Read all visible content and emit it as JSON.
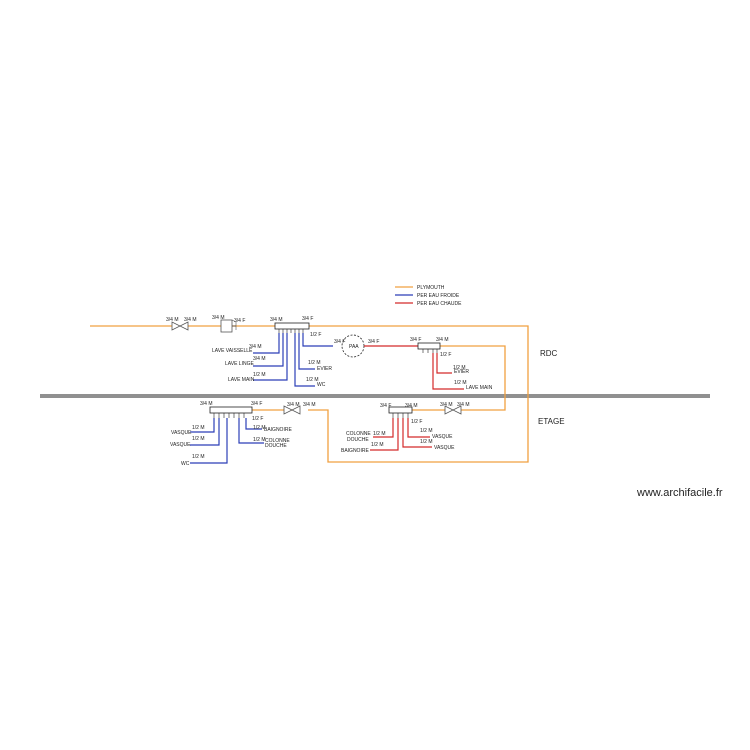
{
  "colors": {
    "plymouth": "#f0a040",
    "per_froide": "#2c3fb8",
    "per_chaude": "#d42a2a",
    "floor_line": "#909090",
    "ink": "#222222"
  },
  "legend": {
    "plymouth": "PLYMOUTH",
    "per_froide": "PER EAU FROIDE",
    "per_chaude": "PER EAU CHAUDE"
  },
  "levels": {
    "rdc": "RDC",
    "etage": "ETAGE"
  },
  "watermark": "www.archifacile.fr",
  "rdc": {
    "valve_in": {
      "left": "3/4 M",
      "right": "3/4 M"
    },
    "reducer": {
      "left": "3/4 M",
      "right": "3/4 F"
    },
    "manifold_cold": {
      "left": "3/4 M",
      "right": "3/4 F",
      "out": "1/2 F"
    },
    "outlets_cold": [
      {
        "name": "LAVE VAISSELLE",
        "size": "3/4 M"
      },
      {
        "name": "LAVE LINGE",
        "size": "3/4 M"
      },
      {
        "name": "LAVE MAIN",
        "size": "1/2 M"
      },
      {
        "name": "EVIER",
        "size": "1/2 M"
      },
      {
        "name": "WC",
        "size": "1/2 M"
      }
    ],
    "heater": {
      "label": "PAA",
      "left": "3/4 F",
      "right": "3/4 F"
    },
    "manifold_hot": {
      "left": "3/4 F",
      "right": "3/4 M",
      "out": "1/2 F"
    },
    "outlets_hot": [
      {
        "name": "EVIER",
        "size": "1/2 M"
      },
      {
        "name": "LAVE MAIN",
        "size": "1/2 M"
      }
    ]
  },
  "etage": {
    "manifold_cold": {
      "left": "3/4 M",
      "right": "3/4 F",
      "out": "1/2 F"
    },
    "valve_cold": {
      "left": "3/4 M",
      "right": "3/4 M"
    },
    "outlets_cold": [
      {
        "name": "VASQUE",
        "size": "1/2 M"
      },
      {
        "name": "VASQUE",
        "size": "1/2 M"
      },
      {
        "name": "WC",
        "size": "1/2 M"
      },
      {
        "name": "BAIGNOIRE",
        "size": "1/2 M"
      },
      {
        "name": "COLONNE",
        "name2": "DOUCHE",
        "size": "1/2 M"
      }
    ],
    "manifold_hot": {
      "left": "3/4 F",
      "right": "3/4 M",
      "out": "1/2 F"
    },
    "valve_hot": {
      "left": "3/4 M",
      "right": "3/4 M"
    },
    "outlets_hot": [
      {
        "name": "COLONNE",
        "name2": "DOUCHE",
        "size": "1/2 M"
      },
      {
        "name": "BAIGNOIRE",
        "size": "1/2 M"
      },
      {
        "name": "VASQUE",
        "size": "1/2 M"
      },
      {
        "name": "VASQUE",
        "size": "1/2 M"
      }
    ]
  }
}
